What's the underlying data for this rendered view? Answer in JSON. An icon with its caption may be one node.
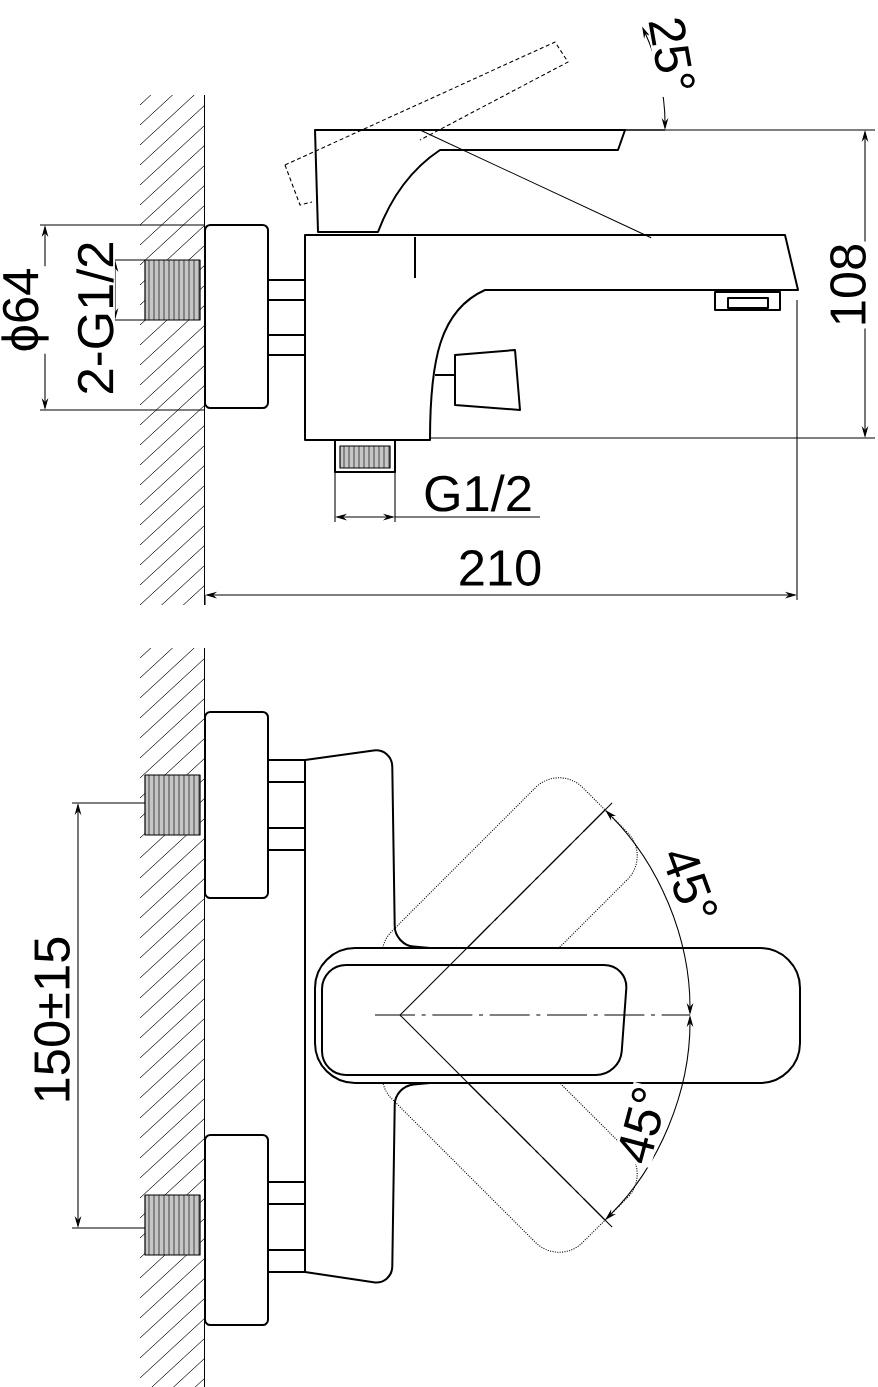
{
  "diagram": {
    "labels": [
      "25°",
      "ϕ64",
      "2-G1/2",
      "108",
      "G1/2",
      "210",
      "150±15",
      "45°",
      "45°"
    ]
  }
}
